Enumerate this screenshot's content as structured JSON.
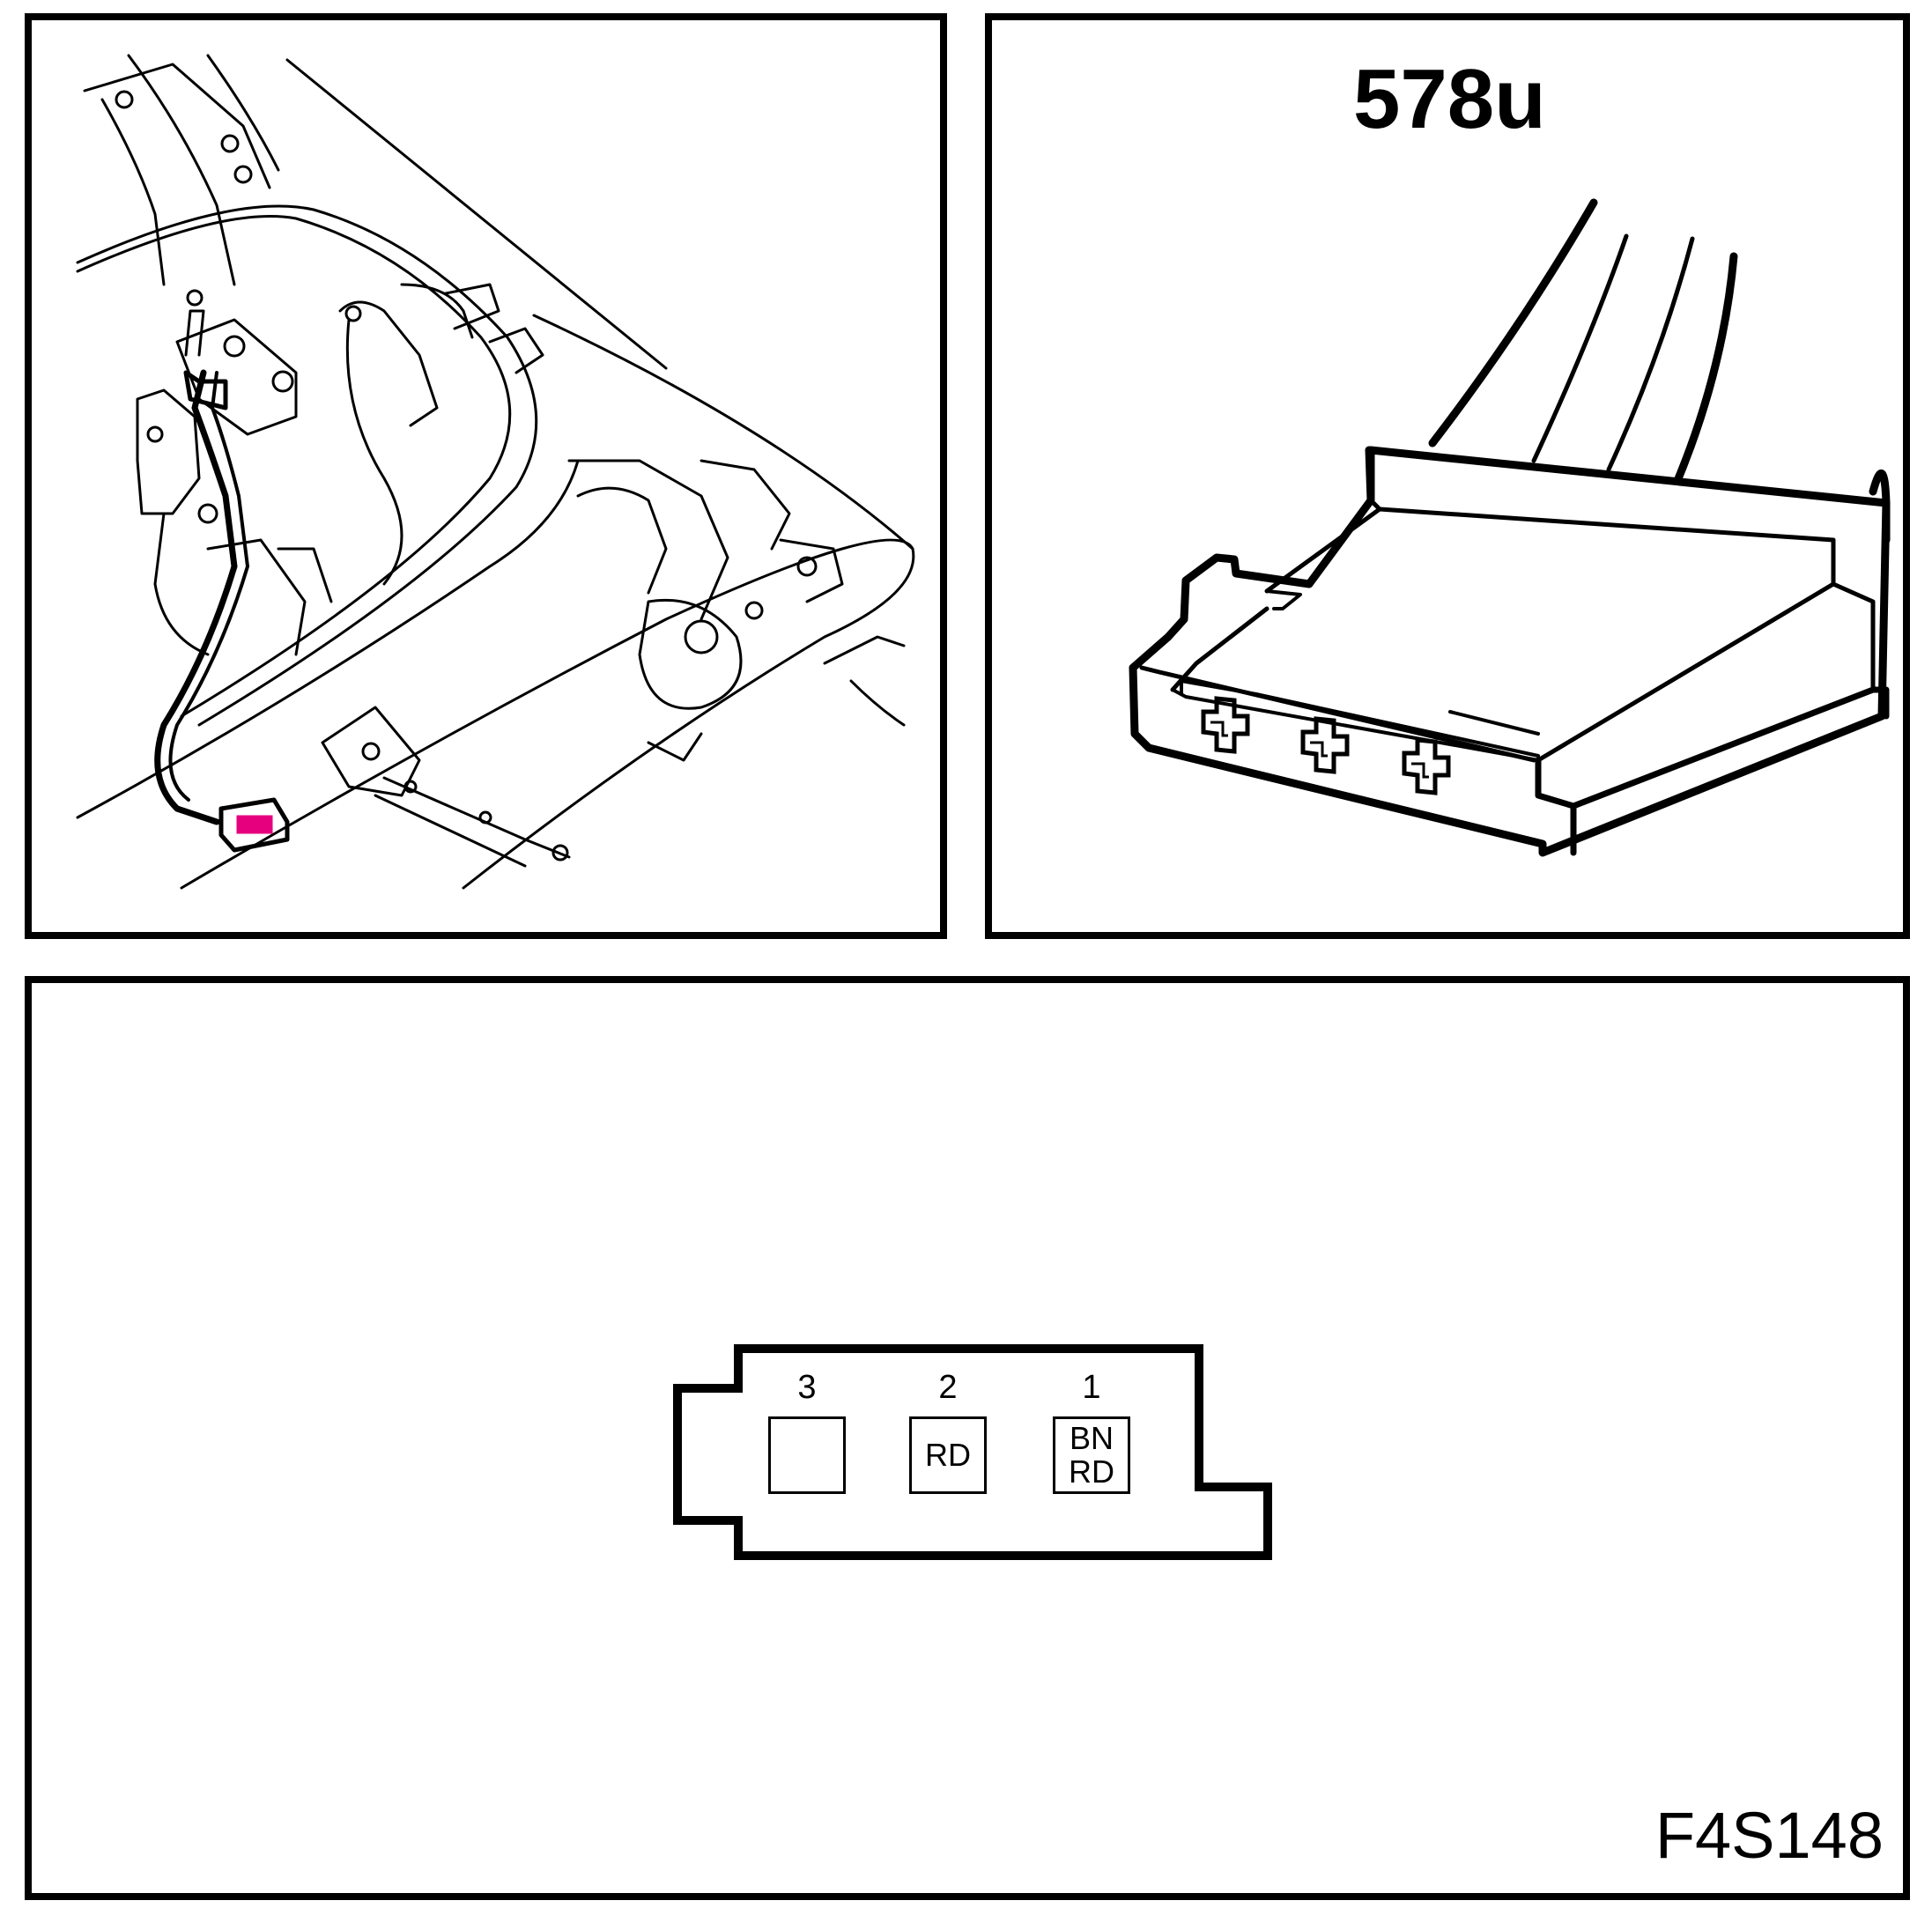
{
  "connector": {
    "id": "578u",
    "highlight_color": "#e6007e"
  },
  "pinout": {
    "pins": [
      {
        "number": "3",
        "colors": [
          "",
          ""
        ]
      },
      {
        "number": "2",
        "colors": [
          "RD",
          ""
        ]
      },
      {
        "number": "1",
        "colors": [
          "BN",
          "RD"
        ]
      }
    ]
  },
  "figure": {
    "id": "F4S148"
  }
}
